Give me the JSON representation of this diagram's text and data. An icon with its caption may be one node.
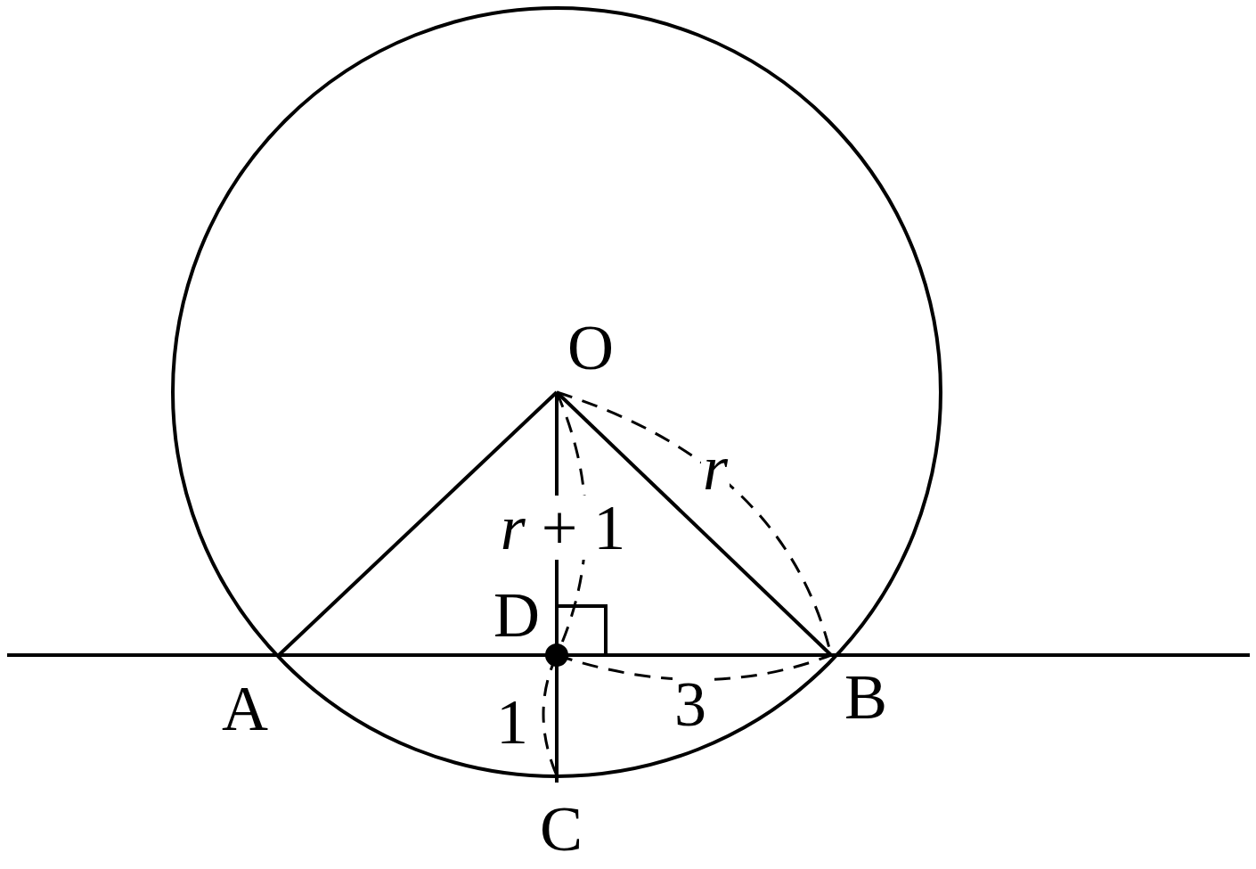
{
  "diagram": {
    "labels": [
      "O",
      "r",
      "*r* + 1",
      "D",
      "A",
      "3",
      "B",
      "1",
      "C"
    ]
  }
}
